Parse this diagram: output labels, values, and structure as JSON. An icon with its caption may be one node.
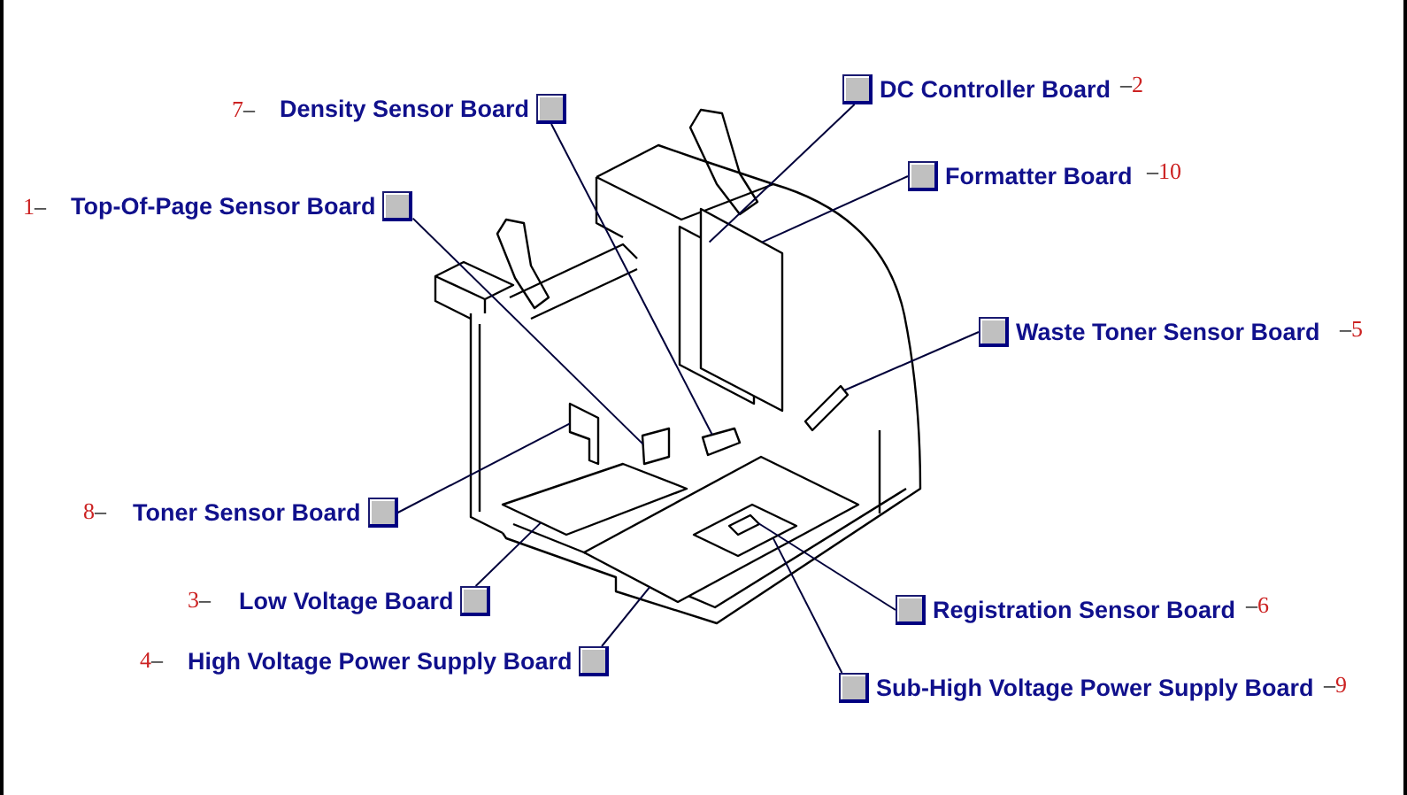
{
  "diagram": {
    "nodes": [
      {
        "text": [
          "Density Sensor Board"
        ]
      },
      {
        "text": [
          "DC Controller Board"
        ]
      },
      {
        "text": [
          "Top-Of-Page Sensor Board"
        ]
      },
      {
        "text": [
          "Formatter Board"
        ]
      },
      {
        "text": [
          "Waste Toner Sensor Board"
        ]
      },
      {
        "text": [
          "Toner Sensor Board"
        ]
      },
      {
        "text": [
          "Low Voltage Board"
        ]
      },
      {
        "text": [
          "Registration Sensor Board"
        ]
      },
      {
        "text": [
          "High Voltage Power Supply Board"
        ]
      },
      {
        "text": [
          "Sub-High Voltage Power Supply Board"
        ]
      },
      {
        "text": [],
        "shape": "box"
      },
      {
        "text": [],
        "shape": "box"
      },
      {
        "text": [],
        "shape": "box"
      },
      {
        "text": [],
        "shape": "box"
      },
      {
        "text": [],
        "shape": "box"
      },
      {
        "text": [],
        "shape": "box"
      },
      {
        "text": [],
        "shape": "box"
      },
      {
        "text": [],
        "shape": "box"
      },
      {
        "text": [],
        "shape": "box",
        "in": 17
      },
      {
        "text": [],
        "shape": "box",
        "in": 18
      }
    ],
    "edges": [
      {
        "from": 0,
        "to": 10,
        "arrow": "none"
      },
      {
        "from": 1,
        "to": 11,
        "arrow": "none"
      },
      {
        "from": 2,
        "to": 12,
        "arrow": "none"
      },
      {
        "from": 3,
        "to": 13,
        "arrow": "none"
      },
      {
        "from": 4,
        "to": 14,
        "arrow": "none"
      },
      {
        "from": 5,
        "to": 15,
        "arrow": "none"
      },
      {
        "from": 6,
        "to": 16,
        "arrow": "none"
      },
      {
        "from": 7,
        "to": 19,
        "arrow": "none"
      },
      {
        "from": 8,
        "to": 17,
        "arrow": "none"
      },
      {
        "from": 9,
        "to": 18,
        "arrow": "none"
      }
    ],
    "labels": [
      "7–",
      "–2",
      "1–",
      "–10",
      "–5",
      "8–",
      "3–",
      "–6",
      "4–",
      "–9"
    ]
  }
}
